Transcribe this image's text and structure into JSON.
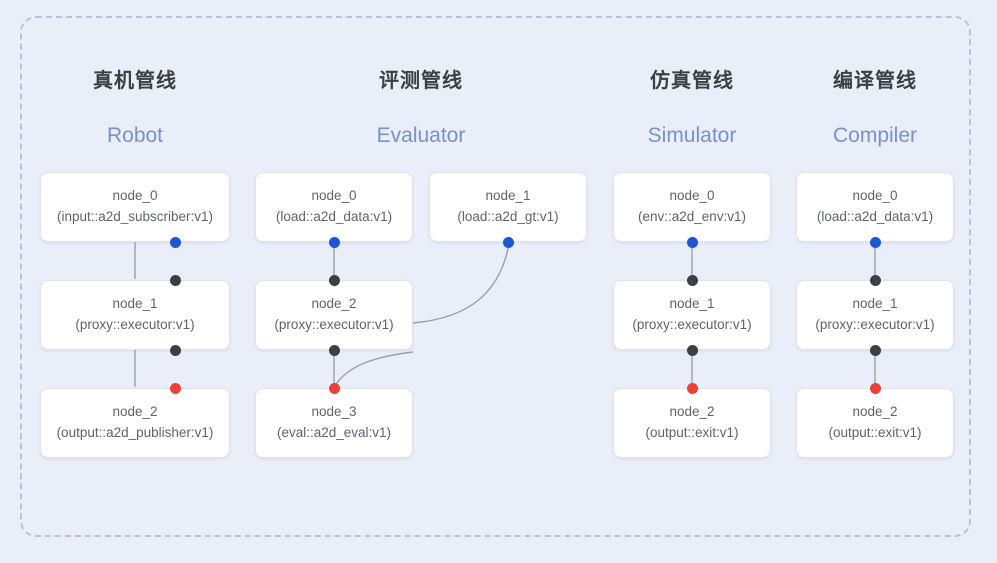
{
  "frame": {
    "border_style": "dashed",
    "border_color": "#b9c2d6",
    "background": "#eaeef8"
  },
  "palette": {
    "accent_blue": "#1a56d6",
    "title_blue": "#7a90c9",
    "port_black": "#3c4043",
    "port_red": "#ea4335",
    "node_bg": "#ffffff",
    "node_border": "#dfe3ec",
    "text_gray": "#5f6368",
    "edge_line": "#9aa0a6"
  },
  "columns": [
    {
      "title_cn": "真机管线",
      "title_en": "Robot",
      "nodes": [
        {
          "name": "node_0",
          "spec": "(input::a2d_subscriber:v1)"
        },
        {
          "name": "node_1",
          "spec": "(proxy::executor:v1)"
        },
        {
          "name": "node_2",
          "spec": "(output::a2d_publisher:v1)"
        }
      ]
    },
    {
      "title_cn": "评测管线",
      "title_en": "Evaluator",
      "nodes": [
        {
          "name": "node_0",
          "spec": "(load::a2d_data:v1)"
        },
        {
          "name": "node_1",
          "spec": "(load::a2d_gt:v1)"
        },
        {
          "name": "node_2",
          "spec": "(proxy::executor:v1)"
        },
        {
          "name": "node_3",
          "spec": "(eval::a2d_eval:v1)"
        }
      ]
    },
    {
      "title_cn": "仿真管线",
      "title_en": "Simulator",
      "nodes": [
        {
          "name": "node_0",
          "spec": "(env::a2d_env:v1)"
        },
        {
          "name": "node_1",
          "spec": "(proxy::executor:v1)"
        },
        {
          "name": "node_2",
          "spec": "(output::exit:v1)"
        }
      ]
    },
    {
      "title_cn": "编译管线",
      "title_en": "Compiler",
      "nodes": [
        {
          "name": "node_0",
          "spec": "(load::a2d_data:v1)"
        },
        {
          "name": "node_1",
          "spec": "(proxy::executor:v1)"
        },
        {
          "name": "node_2",
          "spec": "(output::exit:v1)"
        }
      ]
    }
  ]
}
